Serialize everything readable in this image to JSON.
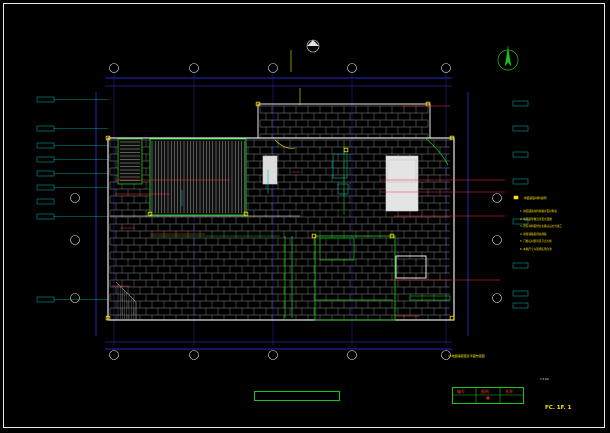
{
  "drawing": {
    "title": "",
    "sheet_caption": "1F地面铺装图及平面布置图",
    "scale_note": "1:100",
    "sheet_number": "FC. 1F. 1"
  },
  "notes": {
    "header": "地面铺装材料说明",
    "lines": [
      "1. 地面铺装材料规格详见材料表",
      "2. 墙面装饰做法详见立面图",
      "3. 所有材料需经业主确认后方可施工",
      "4. 地砖铺贴需预先排版",
      "5. 门槛石材质详见节点大样",
      "6. 本图尺寸以现场实测为准"
    ]
  },
  "legend_table": {
    "col1": "编号",
    "col2": "图例",
    "col3": "名称"
  },
  "colors": {
    "background": "#000000",
    "wall": "#ffffff",
    "tile_grid": "#c8c8c8",
    "partition": "#19c419",
    "dimension": "#3535ff",
    "leader": "#ff3030",
    "accent": "#ffe000",
    "callout": "#00bcbc",
    "axis_bubble": "#e8e8e8"
  },
  "icons": {
    "north_arrow": "north-arrow-icon",
    "section_mark": "section-mark-icon"
  }
}
